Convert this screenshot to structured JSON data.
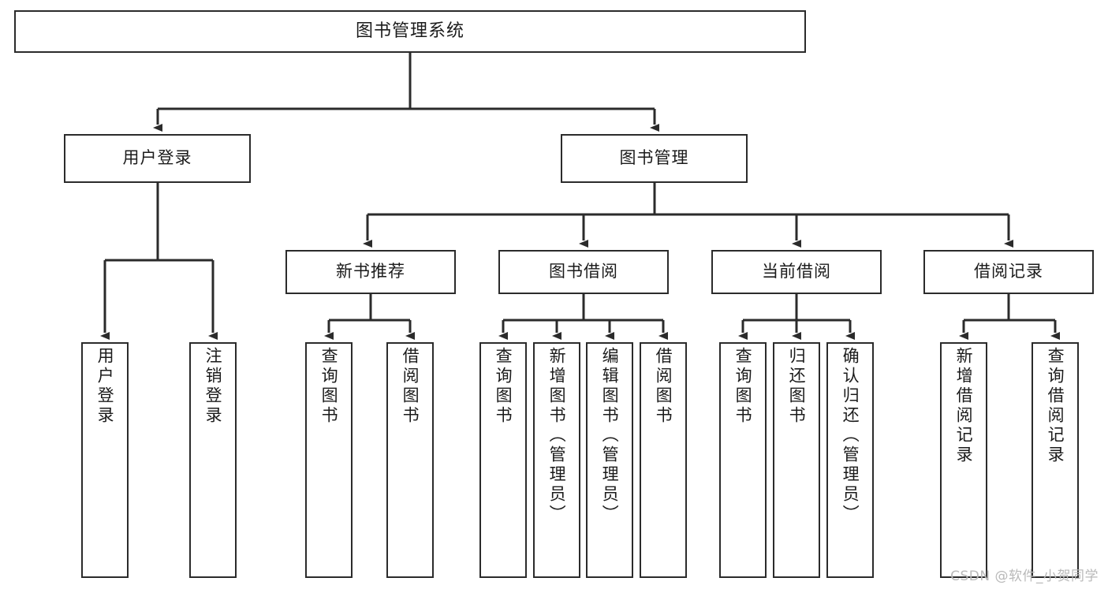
{
  "diagram": {
    "title": "图书管理系统",
    "type": "hierarchy-tree",
    "watermark": "CSDN @软件_小贺同学",
    "colors": {
      "box_border": "#2b2b2b",
      "box_fill": "#ffffff",
      "line": "#2b2b2b",
      "text": "#1b1b1b",
      "watermark": "#b9b9b9"
    },
    "levels": {
      "level1": [
        "图书管理系统"
      ],
      "level2": [
        "用户登录",
        "图书管理"
      ],
      "level3": [
        "新书推荐",
        "图书借阅",
        "当前借阅",
        "借阅记录"
      ],
      "level4": [
        "用户登录",
        "注销登录",
        "查询图书",
        "借阅图书",
        "查询图书",
        "新增图书（管理员）",
        "编辑图书（管理员）",
        "借阅图书",
        "查询图书",
        "归还图书",
        "确认归还（管理员）",
        "新增借阅记录",
        "查询借阅记录"
      ]
    },
    "nodes": {
      "root": {
        "label": "图书管理系统"
      },
      "user_login": {
        "label": "用户登录"
      },
      "book_manage": {
        "label": "图书管理"
      },
      "new_book_rec": {
        "label": "新书推荐"
      },
      "book_borrow": {
        "label": "图书借阅"
      },
      "current_borrow": {
        "label": "当前借阅"
      },
      "borrow_record": {
        "label": "借阅记录"
      },
      "leaf_user_login": {
        "label": "用户登录"
      },
      "leaf_logout": {
        "label": "注销登录"
      },
      "leaf_query_book_a": {
        "label": "查询图书"
      },
      "leaf_borrow_book_a": {
        "label": "借阅图书"
      },
      "leaf_query_book_b": {
        "label": "查询图书"
      },
      "leaf_add_book": {
        "label": "新增图书（管理员）"
      },
      "leaf_edit_book": {
        "label": "编辑图书（管理员）"
      },
      "leaf_borrow_book_b": {
        "label": "借阅图书"
      },
      "leaf_query_book_c": {
        "label": "查询图书"
      },
      "leaf_return_book": {
        "label": "归还图书"
      },
      "leaf_confirm_return": {
        "label": "确认归还（管理员）"
      },
      "leaf_add_record": {
        "label": "新增借阅记录"
      },
      "leaf_query_record": {
        "label": "查询借阅记录"
      }
    },
    "edges": [
      {
        "from": "root",
        "to": "user_login"
      },
      {
        "from": "root",
        "to": "book_manage"
      },
      {
        "from": "user_login",
        "to": "leaf_user_login"
      },
      {
        "from": "user_login",
        "to": "leaf_logout"
      },
      {
        "from": "book_manage",
        "to": "new_book_rec"
      },
      {
        "from": "book_manage",
        "to": "book_borrow"
      },
      {
        "from": "book_manage",
        "to": "current_borrow"
      },
      {
        "from": "book_manage",
        "to": "borrow_record"
      },
      {
        "from": "new_book_rec",
        "to": "leaf_query_book_a"
      },
      {
        "from": "new_book_rec",
        "to": "leaf_borrow_book_a"
      },
      {
        "from": "book_borrow",
        "to": "leaf_query_book_b"
      },
      {
        "from": "book_borrow",
        "to": "leaf_add_book"
      },
      {
        "from": "book_borrow",
        "to": "leaf_edit_book"
      },
      {
        "from": "book_borrow",
        "to": "leaf_borrow_book_b"
      },
      {
        "from": "current_borrow",
        "to": "leaf_query_book_c"
      },
      {
        "from": "current_borrow",
        "to": "leaf_return_book"
      },
      {
        "from": "current_borrow",
        "to": "leaf_confirm_return"
      },
      {
        "from": "borrow_record",
        "to": "leaf_add_record"
      },
      {
        "from": "borrow_record",
        "to": "leaf_query_record"
      }
    ]
  }
}
